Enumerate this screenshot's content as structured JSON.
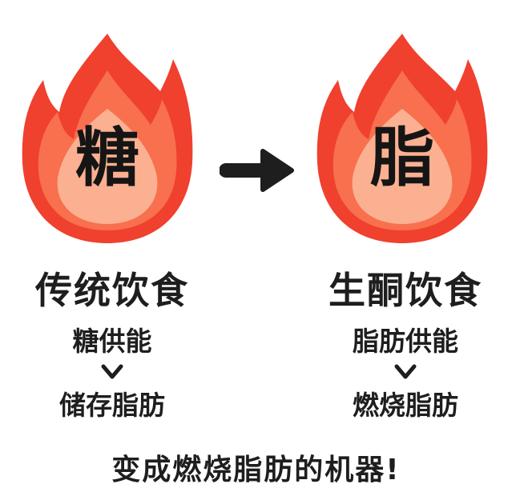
{
  "colors": {
    "flame_outer": "#f0402e",
    "flame_mid": "#f8704d",
    "flame_inner": "#fbb091",
    "text": "#1e1e1e"
  },
  "left": {
    "flame_char": "糖",
    "diet_title": "传统饮食",
    "energy_source": "糖供能",
    "fat_outcome": "储存脂肪"
  },
  "right": {
    "flame_char": "脂",
    "diet_title": "生酮饮食",
    "energy_source": "脂肪供能",
    "fat_outcome": "燃烧脂肪"
  },
  "bottom_caption": "变成燃烧脂肪的机器!"
}
